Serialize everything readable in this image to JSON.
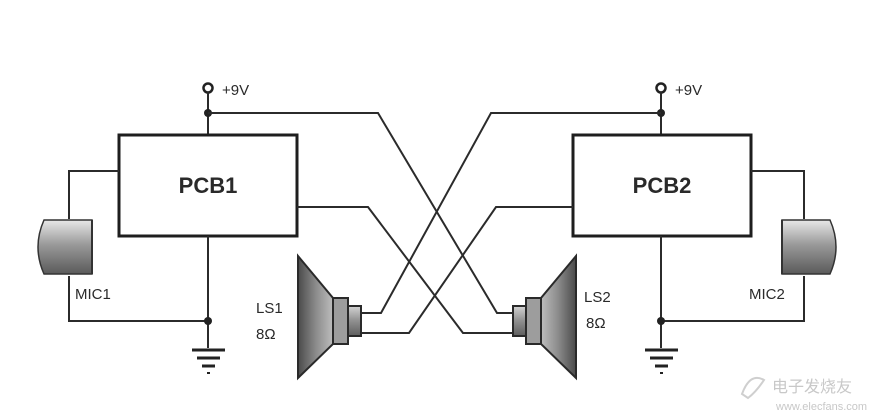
{
  "left": {
    "supply_label": "+9V",
    "pcb_label": "PCB1",
    "mic_label": "MIC1",
    "speaker_label": "LS1",
    "speaker_impedance": "8Ω"
  },
  "right": {
    "supply_label": "+9V",
    "pcb_label": "PCB2",
    "mic_label": "MIC2",
    "speaker_label": "LS2",
    "speaker_impedance": "8Ω"
  },
  "watermark": {
    "text_cn": "电子发烧友",
    "url": "www.elecfans.com"
  }
}
